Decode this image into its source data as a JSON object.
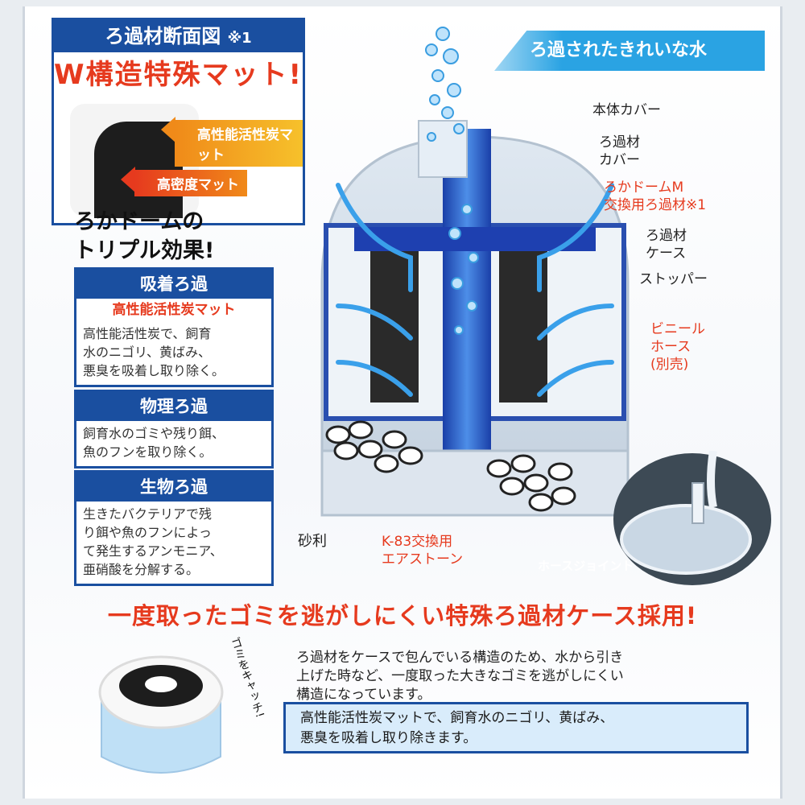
{
  "filter_section": {
    "title": "ろ過材断面図",
    "note": "※1",
    "headline": "W構造特殊マット!",
    "mat_top": "高性能活性炭マット",
    "mat_bottom": "高密度マット"
  },
  "triple_effect": {
    "line1": "ろかドームの",
    "line2": "トリプル効果!"
  },
  "effects": [
    {
      "title": "吸着ろ過",
      "subtitle": "高性能活性炭マット",
      "lines": [
        "高性能活性炭で、飼育",
        "水のニゴリ、黄ばみ、",
        "悪臭を吸着し取り除く。"
      ]
    },
    {
      "title": "物理ろ過",
      "subtitle": "",
      "lines": [
        "飼育水のゴミや残り餌、",
        "魚のフンを取り除く。"
      ]
    },
    {
      "title": "生物ろ過",
      "subtitle": "",
      "lines": [
        "生きたバクテリアで残",
        "り餌や魚のフンによっ",
        "て発生するアンモニア、",
        "亜硝酸を分解する。"
      ]
    }
  ],
  "clean_water": "ろ過されたきれいな水",
  "parts": {
    "body_cover": "本体カバー",
    "filter_cover_1": "ろ過材",
    "filter_cover_2": "カバー",
    "replacement_1": "ろかドームM",
    "replacement_2": "交換用ろ過材※1",
    "case_1": "ろ過材",
    "case_2": "ケース",
    "stopper": "ストッパー",
    "hose_1": "ビニール",
    "hose_2": "ホース",
    "hose_3": "(別売)",
    "gravel": "砂利",
    "airstone_1": "K-83交換用",
    "airstone_2": "エアストーン",
    "hose_joint": "ホースジョイント"
  },
  "bottom": {
    "headline": "一度取ったゴミを逃がしにくい特殊ろ過材ケース採用!",
    "desc_lines": [
      "ろ過材をケースで包んでいる構造のため、水から引き",
      "上げた時など、一度取った大きなゴミを逃がしにくい",
      "構造になっています。"
    ],
    "box_lines": [
      "高性能活性炭マットで、飼育水のニゴリ、黄ばみ、",
      "悪臭を吸着し取り除きます。"
    ],
    "catch": "ゴミをキャッチ!"
  },
  "colors": {
    "brand_blue": "#1a4fa0",
    "accent_red": "#e63a1e",
    "water_blue": "#2aa3e3"
  }
}
